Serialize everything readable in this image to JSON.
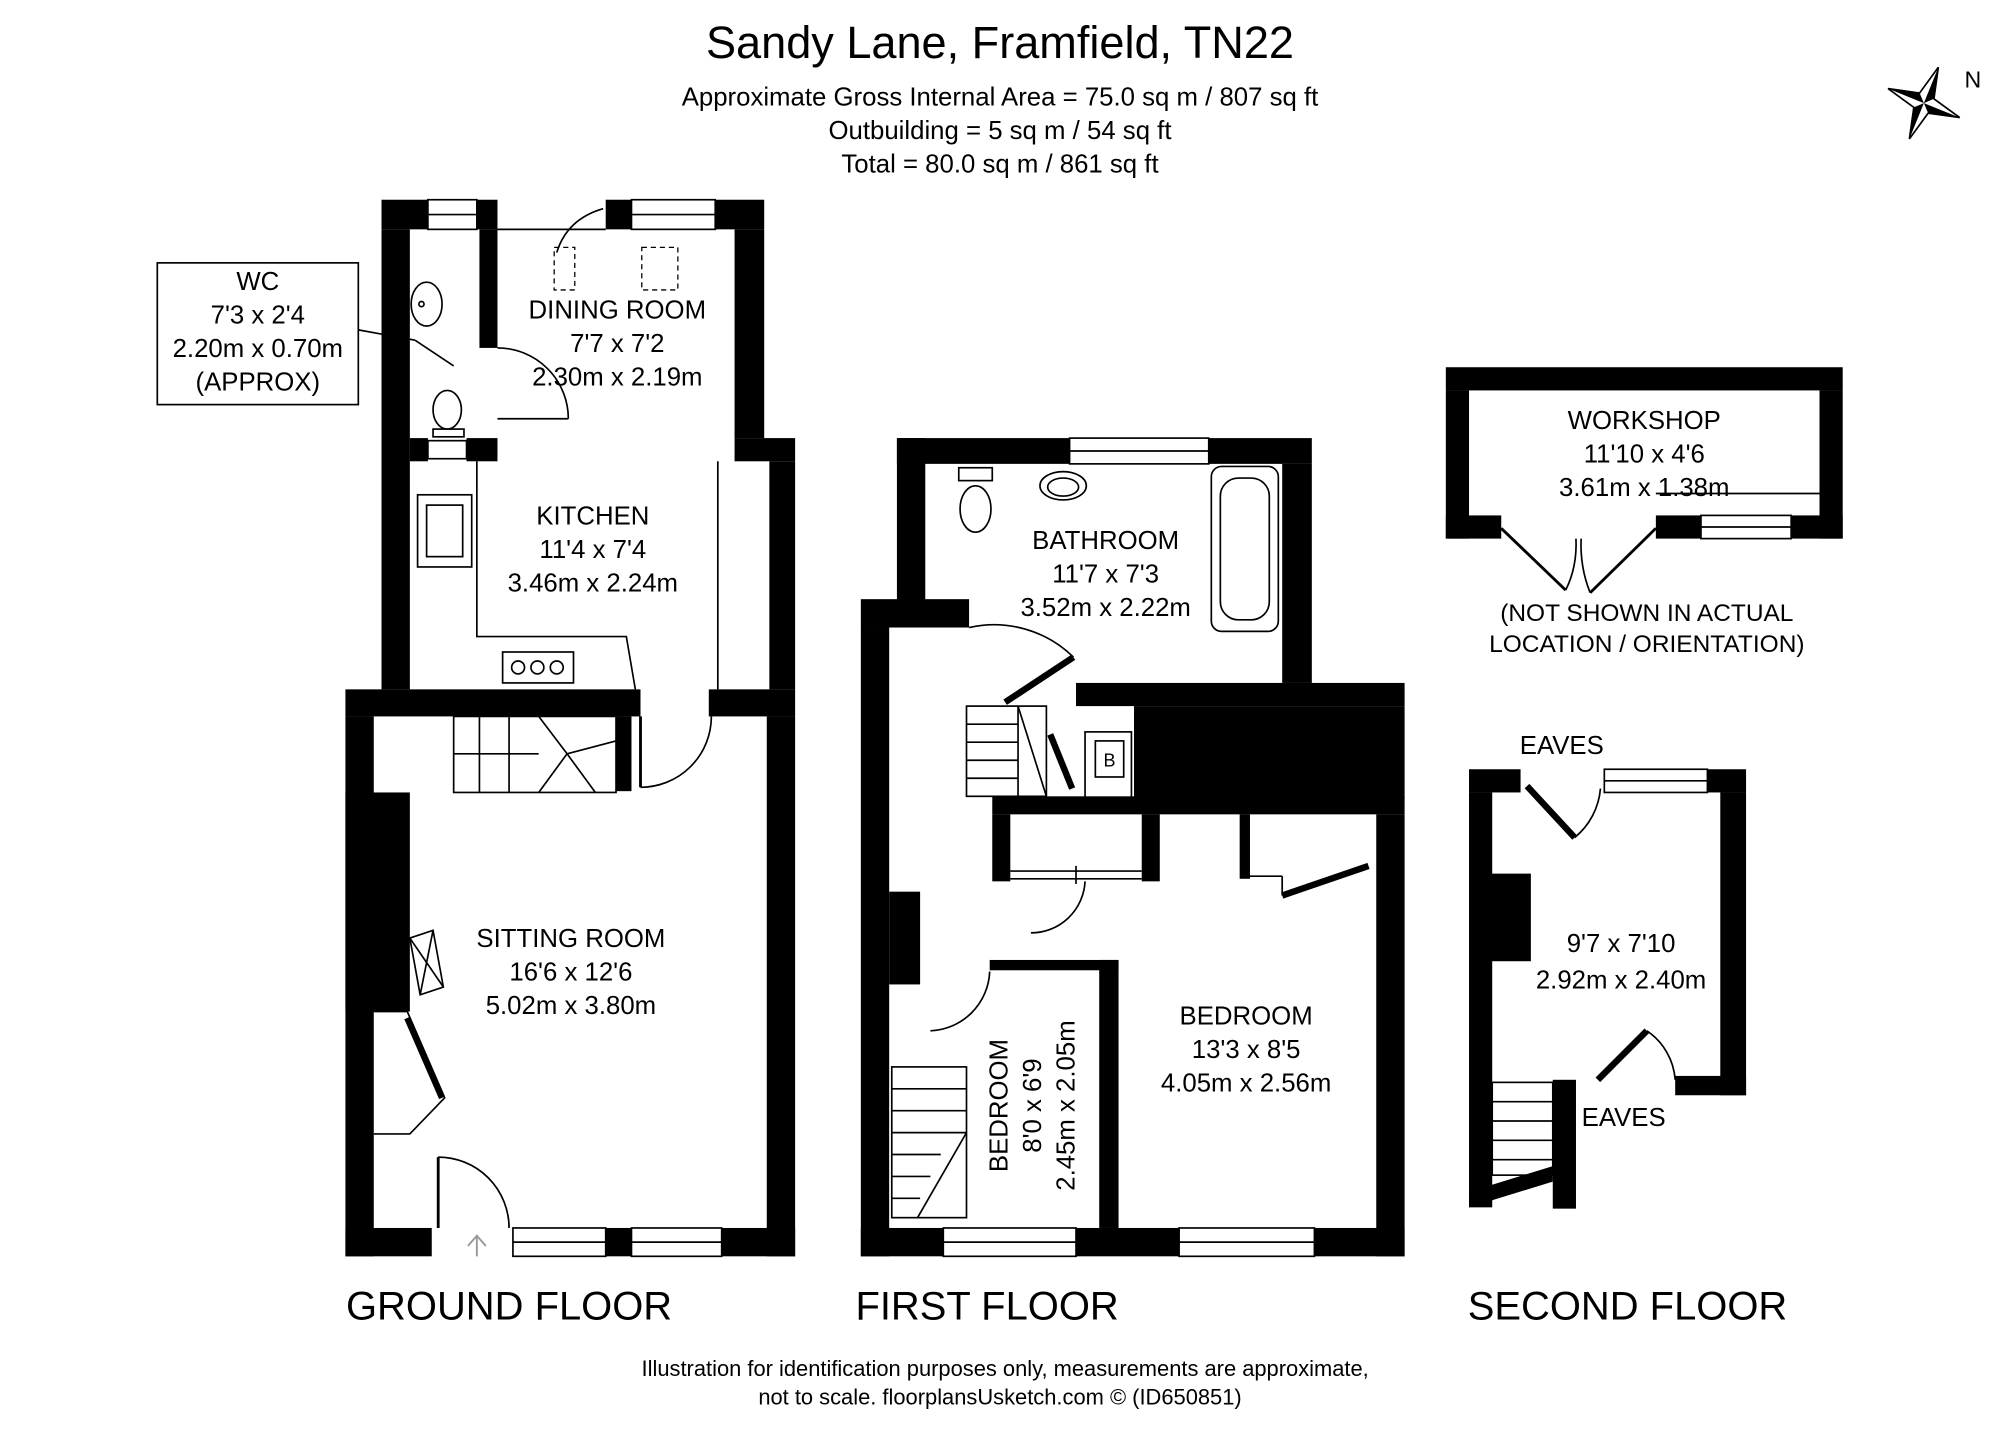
{
  "header": {
    "title": "Sandy Lane, Framfield, TN22",
    "gross_area": "Approximate Gross Internal Area = 75.0 sq m / 807 sq ft",
    "outbuilding": "Outbuilding = 5 sq m / 54 sq ft",
    "total": "Total = 80.0 sq m / 861 sq ft"
  },
  "compass": {
    "label": "N"
  },
  "floors": {
    "ground": {
      "label": "GROUND FLOOR",
      "wc": {
        "name": "WC",
        "imperial": "7'3 x 2'4",
        "metric": "2.20m x 0.70m",
        "note": "(APPROX)"
      },
      "dining_room": {
        "name": "DINING ROOM",
        "imperial": "7'7 x 7'2",
        "metric": "2.30m x 2.19m"
      },
      "kitchen": {
        "name": "KITCHEN",
        "imperial": "11'4 x 7'4",
        "metric": "3.46m x 2.24m"
      },
      "sitting_room": {
        "name": "SITTING ROOM",
        "imperial": "16'6 x 12'6",
        "metric": "5.02m x 3.80m"
      }
    },
    "first": {
      "label": "FIRST FLOOR",
      "bathroom": {
        "name": "BATHROOM",
        "imperial": "11'7 x 7'3",
        "metric": "3.52m x 2.22m"
      },
      "bedroom_small": {
        "name": "BEDROOM",
        "imperial": "8'0 x 6'9",
        "metric": "2.45m x 2.05m"
      },
      "bedroom": {
        "name": "BEDROOM",
        "imperial": "13'3 x 8'5",
        "metric": "4.05m x 2.56m"
      },
      "boiler": "B"
    },
    "second": {
      "label": "SECOND FLOOR",
      "eaves_top": "EAVES",
      "room": {
        "imperial": "9'7 x 7'10",
        "metric": "2.92m x 2.40m"
      },
      "eaves_bottom": "EAVES"
    },
    "outbuilding": {
      "workshop": {
        "name": "WORKSHOP",
        "imperial": "11'10 x 4'6",
        "metric": "3.61m x 1.38m"
      },
      "note_line1": "(NOT SHOWN IN ACTUAL",
      "note_line2": "LOCATION / ORIENTATION)"
    }
  },
  "footer": {
    "line1": "Illustration for identification purposes only, measurements are approximate,",
    "line2": "not to scale. floorplansUsketch.com © (ID650851)"
  },
  "colors": {
    "wall": "#000000",
    "background": "#ffffff",
    "line": "#000000"
  }
}
